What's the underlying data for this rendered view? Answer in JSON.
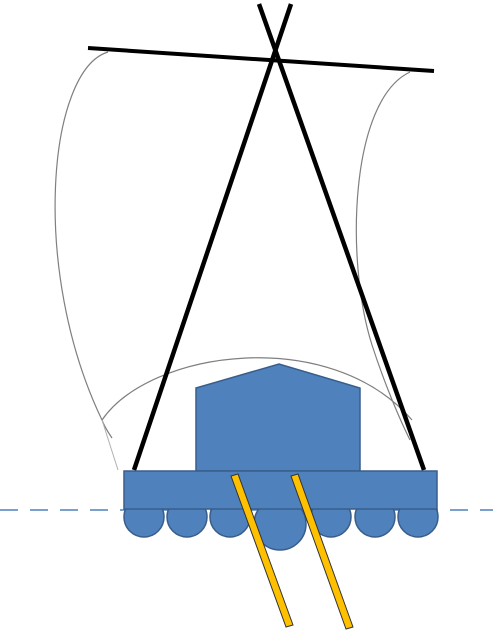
{
  "diagram": {
    "subject": "raft-sailboat",
    "colors": {
      "background": "#ffffff",
      "hull_fill": "#4F81BD",
      "hull_stroke": "#385D8A",
      "mast": "#000000",
      "sail_outline": "#7f7f7f",
      "sail_outline_light": "#b0b0b0",
      "oar_fill": "#FFC000",
      "oar_stroke": "#333333",
      "waterline": "#4F81BD"
    },
    "parts": [
      "yard",
      "left-mast",
      "right-mast",
      "sail",
      "cabin",
      "deck",
      "float-logs",
      "oars",
      "waterline"
    ],
    "counts": {
      "float_logs": 7,
      "oars": 2
    },
    "waterline_style": "dashed"
  }
}
